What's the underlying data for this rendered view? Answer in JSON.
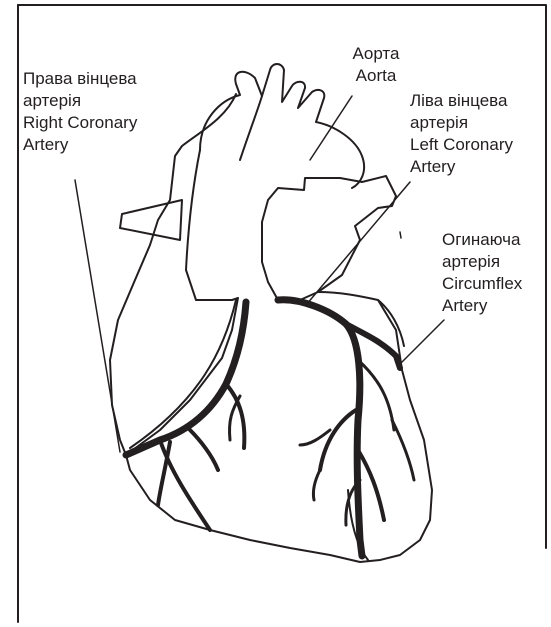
{
  "labels": {
    "right_coronary": {
      "uk": [
        "Права вінцева",
        "артерія"
      ],
      "en": [
        "Right Coronary",
        "Artery"
      ]
    },
    "aorta": {
      "uk": [
        "Аорта"
      ],
      "en": [
        "Aorta"
      ]
    },
    "left_coronary": {
      "uk": [
        "Ліва вінцева",
        "артерія"
      ],
      "en": [
        "Left Coronary",
        "Artery"
      ]
    },
    "circumflex": {
      "uk": [
        "Огинаюча",
        "артерія"
      ],
      "en": [
        "Circumflex",
        "Artery"
      ]
    }
  },
  "colors": {
    "ink": "#231f20",
    "background": "#ffffff"
  }
}
